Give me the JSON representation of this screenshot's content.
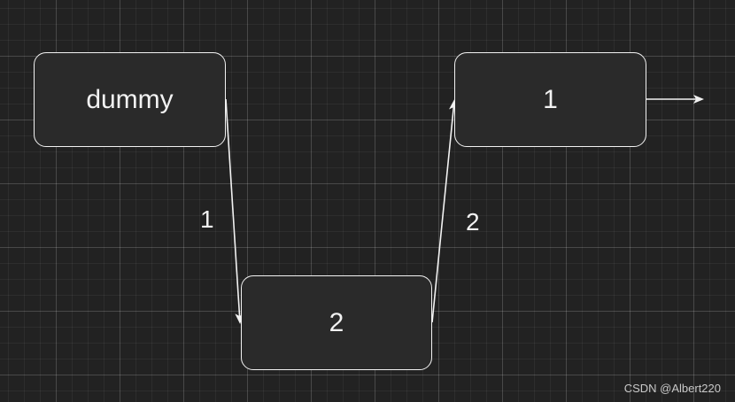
{
  "nodes": {
    "dummy": {
      "label": "dummy"
    },
    "one": {
      "label": "1"
    },
    "two": {
      "label": "2"
    }
  },
  "edges": {
    "dummy_to_two": {
      "label": "1"
    },
    "two_to_one": {
      "label": "2"
    }
  },
  "colors": {
    "background": "#222222",
    "stroke": "#f2f2f2",
    "node_fill": "#2a2a2a"
  },
  "watermark": {
    "text": "CSDN @Albert220"
  }
}
